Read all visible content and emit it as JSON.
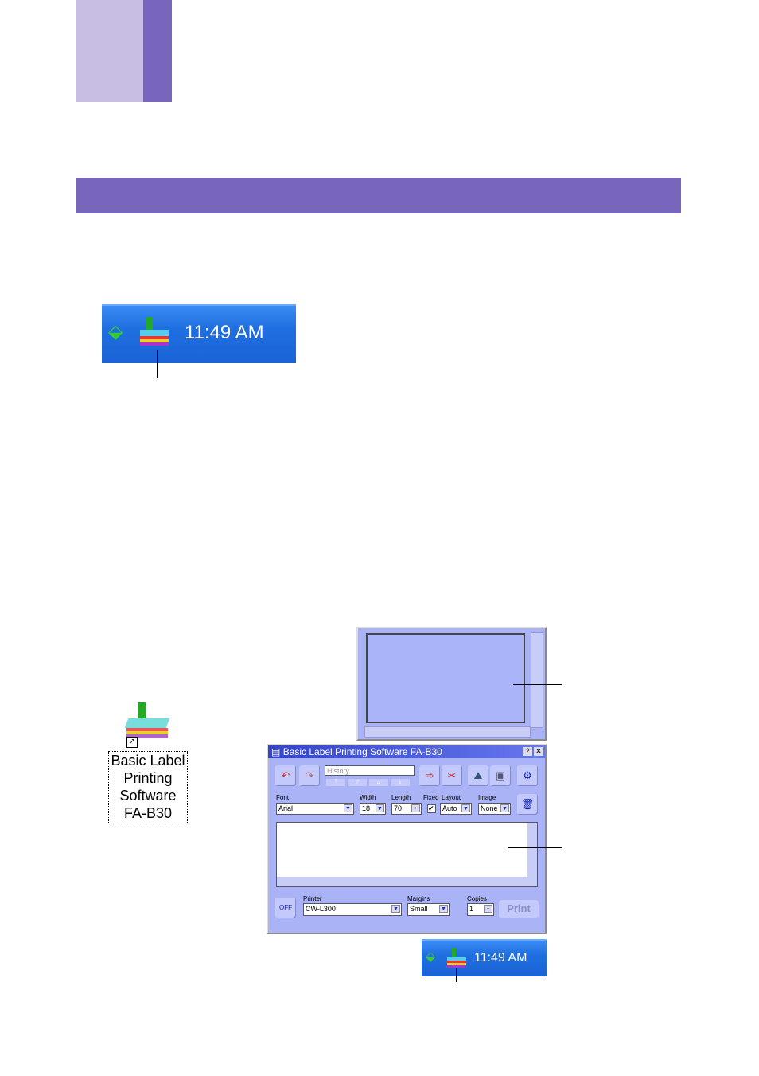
{
  "colors": {
    "accent": "#7766bb",
    "accent_light": "#c8bde3",
    "taskbar": "#1f6fe0",
    "app_bg": "#a9b3f5"
  },
  "taskbar_top": {
    "clock": "11:49 AM"
  },
  "taskbar_bottom": {
    "clock": "11:49 AM"
  },
  "desktop_icon": {
    "label_lines": [
      "Basic Label",
      "Printing",
      "Software",
      "FA-B30"
    ]
  },
  "app": {
    "title": "Basic Label Printing Software FA-B30",
    "help_button": "?",
    "close_button": "✕",
    "history_placeholder": "History",
    "font_label": "Font",
    "font_value": "Arial",
    "width_label": "Width",
    "width_value": "18",
    "length_label": "Length",
    "length_value": "70",
    "fixed_label": "Fixed",
    "layout_label": "Layout",
    "layout_value": "Auto",
    "fixed_checked": true,
    "image_label": "Image",
    "image_value": "None",
    "printer_label": "Printer",
    "printer_value": "CW-L300",
    "margins_label": "Margins",
    "margins_value": "Small",
    "copies_label": "Copies",
    "copies_value": "1",
    "print_button": "Print",
    "off_label": "OFF"
  }
}
